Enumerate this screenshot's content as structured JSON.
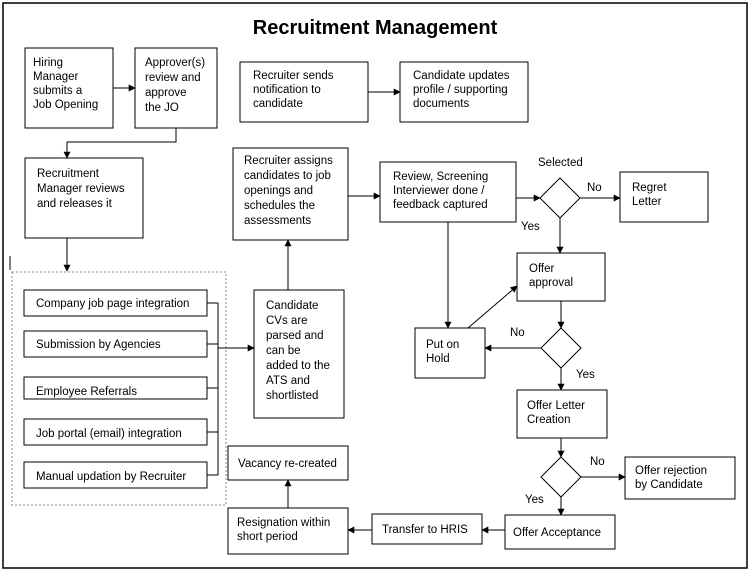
{
  "title": "Recruitment Management",
  "nodes": {
    "hiring_manager": [
      "Hiring",
      "Manager",
      "submits a",
      "Job Opening"
    ],
    "approver": [
      "Approver(s)",
      "review and",
      "approve",
      "the JO"
    ],
    "recruitment_manager": [
      "Recruitment",
      "Manager reviews",
      "and releases it"
    ],
    "recruiter_sends": [
      "Recruiter sends",
      "notification to",
      "candidate"
    ],
    "candidate_updates": [
      "Candidate updates",
      "profile / supporting",
      "documents"
    ],
    "recruiter_assigns": [
      "Recruiter assigns",
      "candidates to job",
      "openings and",
      "schedules the",
      "assessments"
    ],
    "review_screening": [
      "Review, Screening",
      "Interviewer done /",
      "feedback captured"
    ],
    "regret_letter": [
      "Regret",
      "Letter"
    ],
    "offer_approval": [
      "Offer",
      "approval"
    ],
    "put_on_hold": [
      "Put on",
      "Hold"
    ],
    "candidate_cvs": [
      "Candidate",
      "CVs are",
      "parsed and",
      "can be",
      "added to the",
      "ATS and",
      "shortlisted"
    ],
    "offer_letter": [
      "Offer Letter",
      "Creation"
    ],
    "offer_rejection": [
      "Offer rejection",
      "by Candidate"
    ],
    "offer_acceptance": [
      "Offer Acceptance"
    ],
    "transfer_hris": [
      "Transfer to HRIS"
    ],
    "resignation": [
      "Resignation within",
      "short period"
    ],
    "vacancy": [
      "Vacancy re-created"
    ]
  },
  "sources": [
    "Company job page  integration",
    "Submission by Agencies",
    "Employee Referrals",
    "Job portal (email) integration",
    "Manual updation by Recruiter"
  ],
  "edge_labels": {
    "selected": "Selected",
    "no_regret": "No",
    "yes_offer_approval": "Yes",
    "no_hold": "No",
    "yes_offer_letter": "Yes",
    "no_rejection": "No",
    "yes_acceptance": "Yes"
  }
}
